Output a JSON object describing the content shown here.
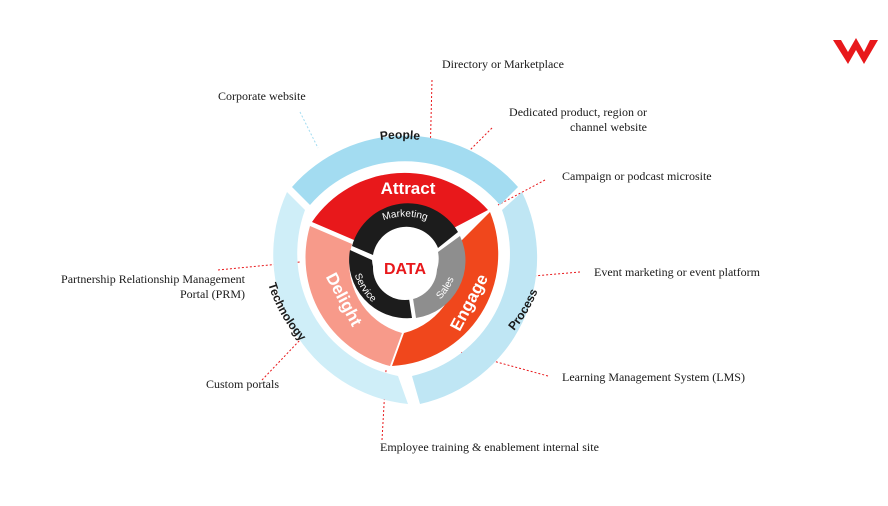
{
  "diagram": {
    "center_label": "DATA",
    "outer_ring": {
      "people": "People",
      "process": "Process",
      "technology": "Technology"
    },
    "middle_ring": {
      "attract": "Attract",
      "engage": "Engage",
      "delight": "Delight"
    },
    "inner_ring": {
      "marketing": "Marketing",
      "sales": "Sales",
      "service": "Service"
    }
  },
  "callouts": {
    "directory": "Directory or Marketplace",
    "corporate": "Corporate website",
    "dedicated_1": "Dedicated product, region or",
    "dedicated_2": "channel website",
    "campaign": "Campaign or podcast microsite",
    "event": "Event marketing or event platform",
    "prm_1": "Partnership Relationship Management",
    "prm_2": "Portal (PRM)",
    "lms": "Learning Management System (LMS)",
    "custom": "Custom portals",
    "employee": "Employee training & enablement internal site"
  },
  "colors": {
    "outer_ring": "#bfe6f4",
    "outer_ring_top": "#a3dcf1",
    "attract": "#e8181b",
    "engage": "#f0471c",
    "delight": "#f79a8a",
    "inner_dark": "#1c1c1c",
    "inner_grey": "#8e8e8e",
    "center_text": "#e8181b",
    "callout_line": "#e8181b",
    "logo": "#e8181b"
  },
  "logo_icon": "w-logo-icon"
}
